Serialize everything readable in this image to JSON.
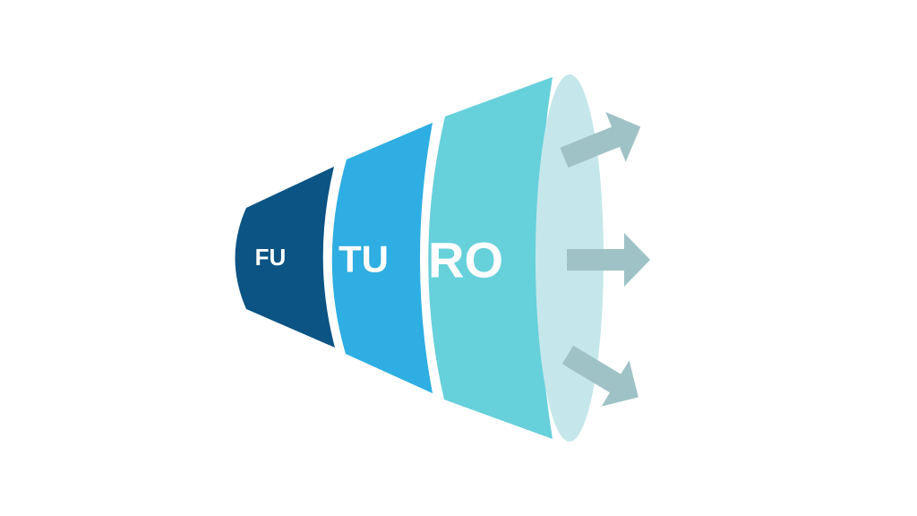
{
  "segments": [
    {
      "label": "FU",
      "color": "#0b5484"
    },
    {
      "label": "TU",
      "color": "#2eaee2"
    },
    {
      "label": "RO",
      "color": "#66d0db"
    }
  ],
  "mouth_color": "#c5e7eb",
  "arrow_color": "#9fc2c6"
}
